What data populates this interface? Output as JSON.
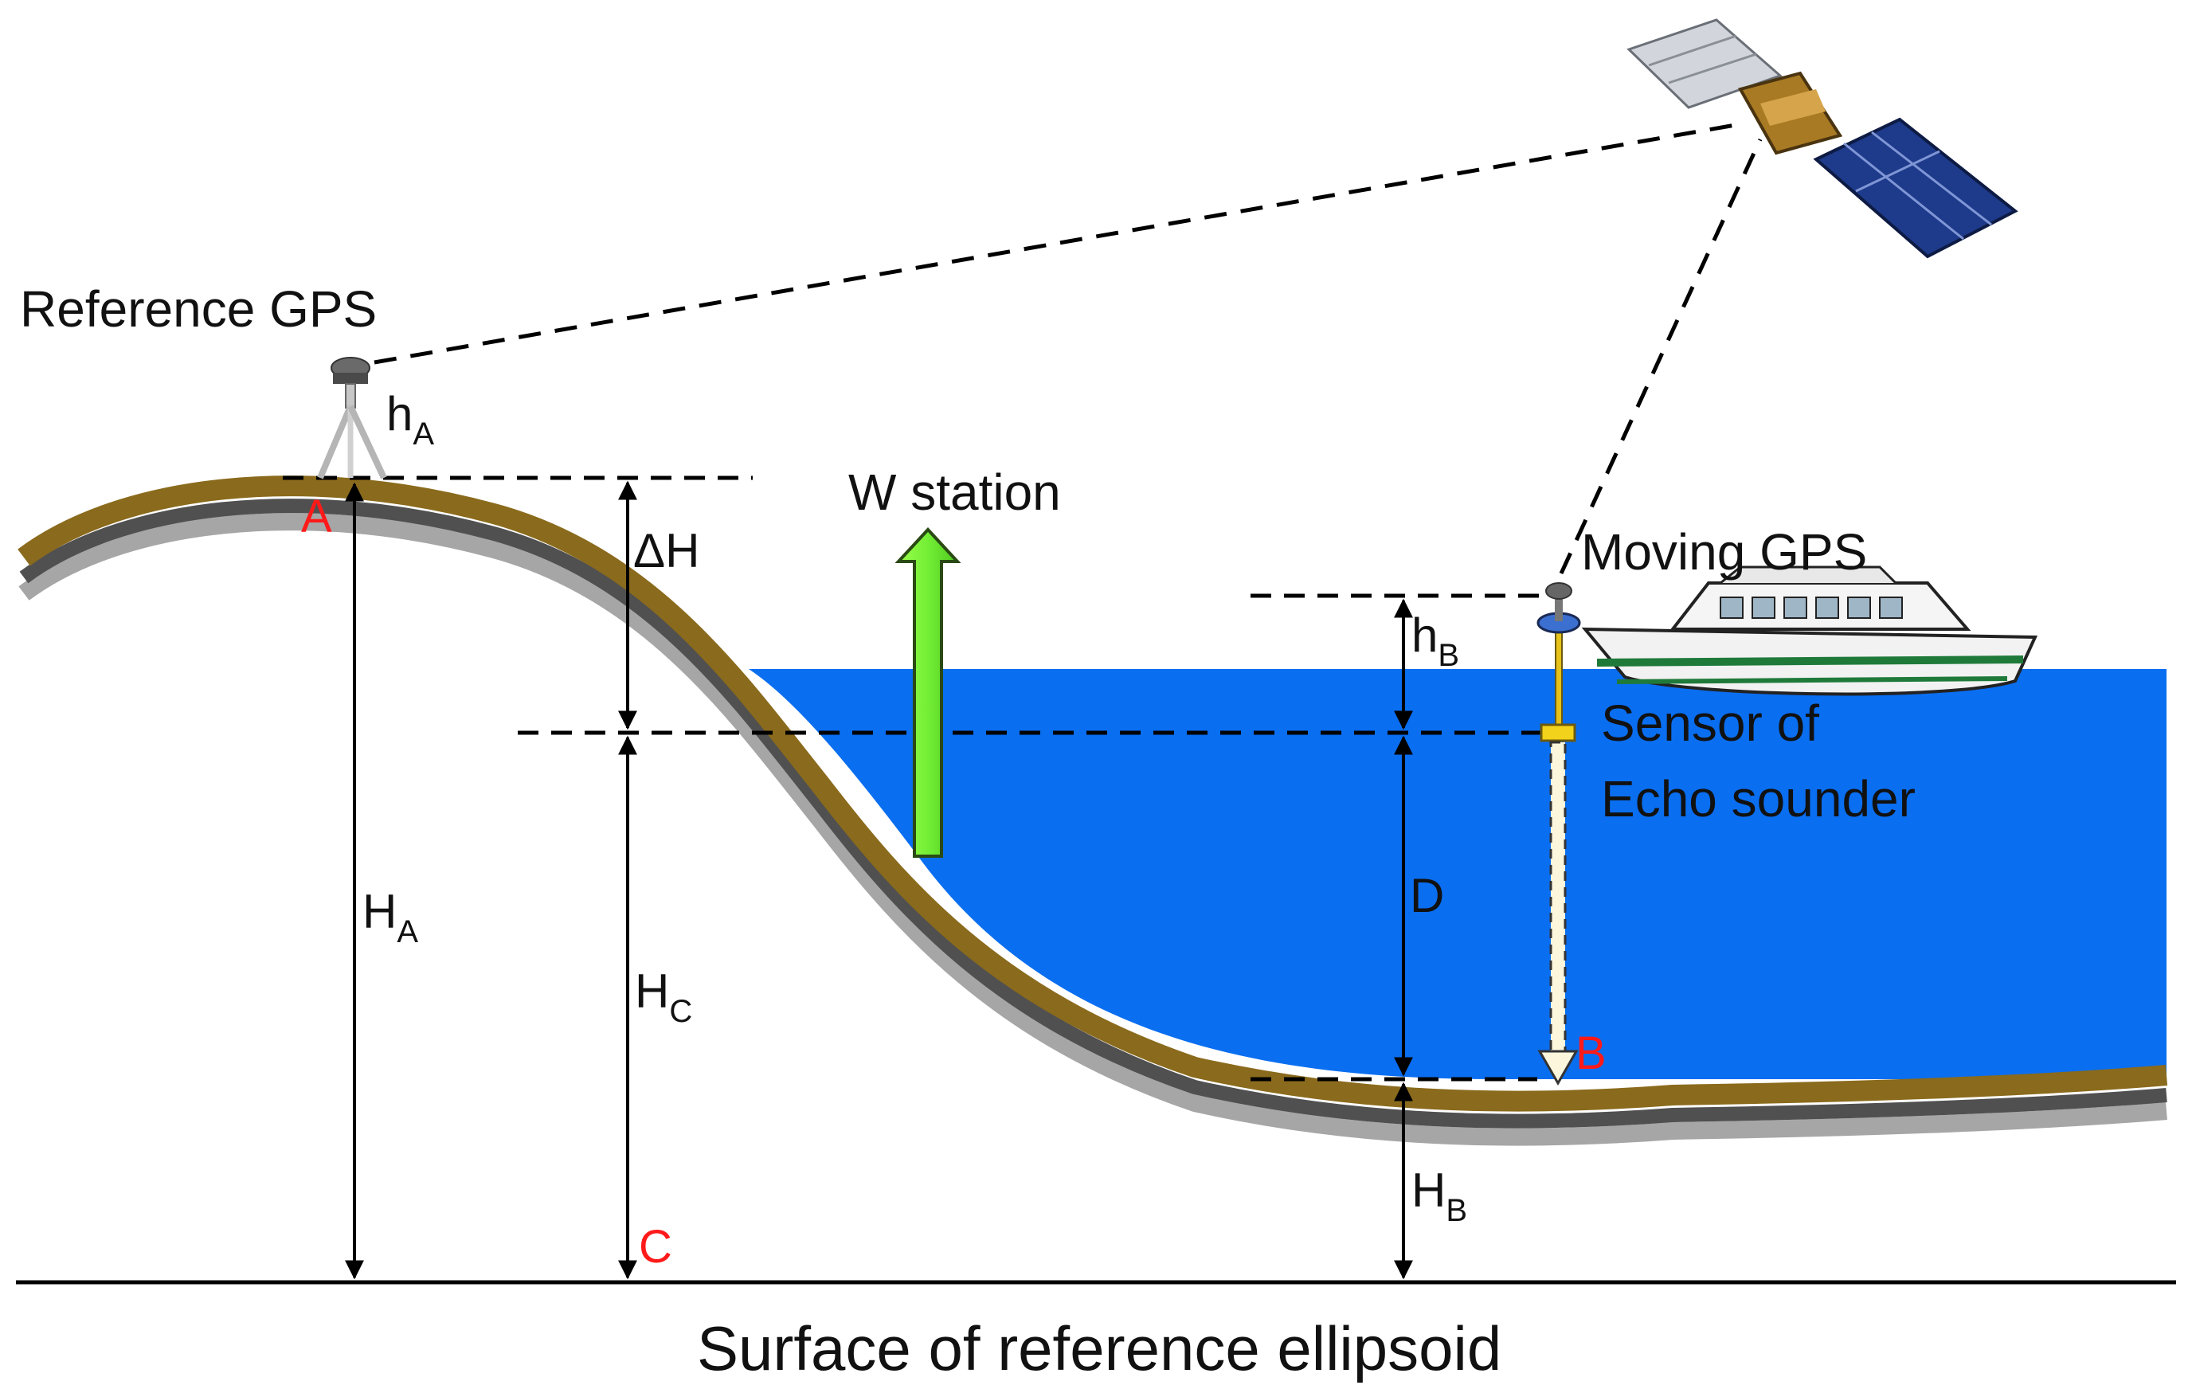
{
  "labels": {
    "reference_gps": "Reference GPS",
    "moving_gps": "Moving GPS",
    "w_station": "W station",
    "sensor_line1": "Sensor of",
    "sensor_line2": "Echo sounder",
    "surface": "Surface of reference ellipsoid",
    "delta_h": "ΔH",
    "d": "D",
    "point_a": "A",
    "point_b": "B",
    "point_c": "C"
  },
  "heights": {
    "h_a": {
      "main": "h",
      "sub": "A"
    },
    "h_b": {
      "main": "h",
      "sub": "B"
    },
    "H_a": {
      "main": "H",
      "sub": "A"
    },
    "H_b": {
      "main": "H",
      "sub": "B"
    },
    "H_c": {
      "main": "H",
      "sub": "C"
    }
  },
  "colors": {
    "water": "#0a6ef0",
    "ground": "#8a6a1c",
    "ground_shadow": "#505050",
    "ground_under": "#a6a6a6",
    "w_station_arrow": "#7cf03a",
    "point_label": "#ff1a1a",
    "sensor": "#f2d21a"
  }
}
